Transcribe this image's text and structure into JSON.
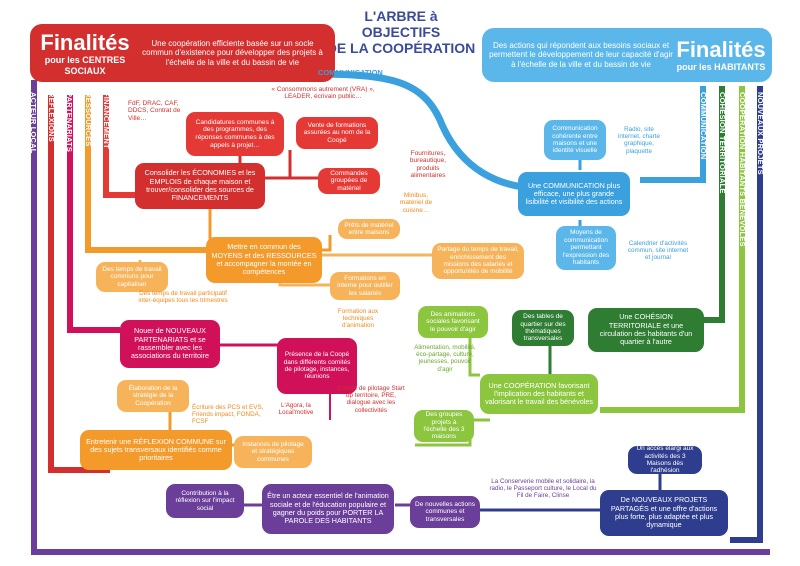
{
  "title": {
    "line1": "L'ARBRE à OBJECTIFS",
    "line2": "DE LA COOPÉRATION"
  },
  "left_panel": {
    "title": "Finalités",
    "subtitle": "pour les CENTRES SOCIAUX",
    "desc": "Une coopération efficiente basée sur un socle commun d'existence pour développer des projets à l'échelle de la ville et du bassin de vie"
  },
  "right_panel": {
    "title": "Finalités",
    "subtitle": "pour les HABITANTS",
    "desc": "Des actions qui répondent aux besoins sociaux et permettent le développement de leur capacité d'agir à l'échelle de la ville et du bassin de vie"
  },
  "bands": {
    "communication": "COMMUNICATION",
    "acteur_local": "ACTEUR LOCAL",
    "reflexions": "RÉFLEXIONS",
    "partenariats": "PARTENARIATS",
    "ressources": "RESSOURCES",
    "financement": "FINANCEMENT",
    "communication_right": "COMMUNICATION",
    "cohesion": "COHÉSION TERRITORIALE",
    "cooperation": "COOPÉRATION HABITANTS BÉNÉVOLES",
    "nouveaux_projets": "NOUVEAUX PROJETS"
  },
  "nodes": {
    "economies": "Consolider les ÉCONOMIES et les EMPLOIS de chaque maison et trouver/consolider des sources de FINANCEMENTS",
    "candidatures": "Candidatures communes à des programmes, des réponses communes à des appels à projet…",
    "vente": "Vente de formations assurées au nom de la Coopé",
    "commandes": "Commandes groupées de matériel",
    "fdf": "FdF, DRAC, CAF, DDCS, Contrat de Ville…",
    "consommons": "« Consommons autrement (VRA) », LEADER, écrivain public…",
    "fournitures": "Fournitures, bureautique, produits alimentaires",
    "minibus": "Minibus, matériel de cuisine…",
    "prets": "Prêts de matériel entre maisons",
    "mutualiser": "Mettre en commun des MOYENS et des RESSOURCES et accompagner la montée en compétences",
    "temps_travail": "Des temps de travail communs pour capitaliser",
    "temps_participatif": "Des temps de travail participatif inter-équipes tous les trimestres",
    "partage_temps": "Partage du temps de travail, enrichissement des missions des salariés et opportunités de mobilité",
    "formations_interne": "Formations en interne pour outiller les salariés",
    "formation_techniques": "Formation aux techniques d'animation",
    "partenariats": "Nouer de NOUVEAUX PARTENARIATS et se rassembler avec les associations du territoire",
    "presence": "Présence de la Coopé dans différents comités de pilotage, instances, réunions",
    "comite": "Comité de pilotage Start up territoire, PRE, dialogue avec les collectivités",
    "agora": "L'Agora, la Local'motive",
    "elaboration": "Élaboration de la stratégie de la Coopération",
    "ecriture": "Écriture des PCS et EVS, Friends impact, FONDA, FCSF",
    "reflexion": "Entretenir une RÉFLEXION COMMUNE sur des sujets transversaux identifiés comme prioritaires",
    "instances": "Instances de pilotage et stratégiques communes",
    "contribution": "Contribution à la réflexion sur l'impact social",
    "acteur": "Être un acteur essentiel de l'animation sociale et de l'éducation populaire et gagner du poids pour PORTER LA PAROLE DES HABITANTS",
    "nouvelles_actions": "De nouvelles actions communes et transversales",
    "conserverie": "La Conserverie mobile et solidaire, la radio, le Passeport culture, le Local du Fil de Faire, Clinse",
    "nouveaux_projets": "De NOUVEAUX PROJETS PARTAGÉS et une offre d'actions plus forte, plus adaptée et plus dynamique",
    "acces": "Un accès élargi aux activités des 3 Maisons dès l'adhésion",
    "cooperation": "Une COOPÉRATION favorisant l'implication des habitants et valorisant le travail des bénévoles",
    "animations": "Des animations sociales favorisant le pouvoir d'agir",
    "alimentation": "Alimentation, mobilité, éco-partage, culture, jeunesses, pouvoir d'agir",
    "tables": "Des tables de quartier sur des thématiques transversales",
    "groupes": "Des groupes projets à l'échelle des 3 maisons",
    "cohesion": "Une COHÉSION TERRITORIALE et une circulation des habitants d'un quartier à l'autre",
    "communication": "Une COMMUNICATION plus efficace, une plus grande lisibilité et visibilité des actions",
    "comm_coherente": "Communication cohérente entre maisons et une identité visuelle",
    "radio": "Radio, site internet, charte graphique, plaquette",
    "moyens": "Moyens de communication permettant l'expression des habitants",
    "calendrier": "Calendrier d'activités commun, site internet et journal"
  },
  "colors": {
    "red": "#d32f2f",
    "orange": "#f39a2b",
    "magenta": "#d1105a",
    "purple": "#6b3f99",
    "navy": "#2f3d8f",
    "blue": "#3aa0de",
    "green": "#8cc63f",
    "dark_green": "#2e7d32"
  }
}
